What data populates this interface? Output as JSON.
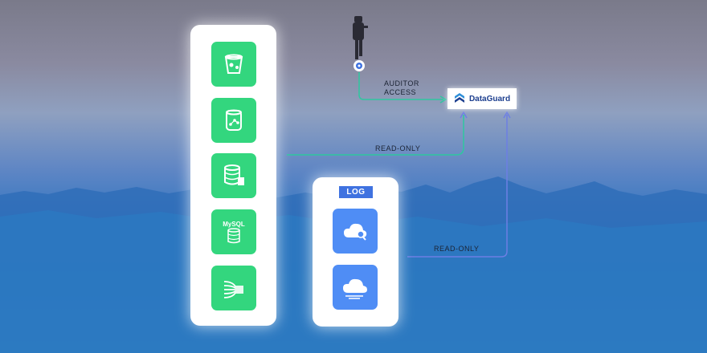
{
  "colors": {
    "green_tile": "#33d67e",
    "blue_tile": "#4f8df5",
    "line": "#2ec7a0",
    "line_blue": "#6d7fe3",
    "brand": "#1d3f8f"
  },
  "services": [
    {
      "icon": "storage-bucket-icon"
    },
    {
      "icon": "database-analytics-icon"
    },
    {
      "icon": "database-server-icon"
    },
    {
      "icon": "mysql-database-icon",
      "text": "MySQL"
    },
    {
      "icon": "data-stream-icon"
    }
  ],
  "logs": {
    "badge": "LOG",
    "items": [
      {
        "icon": "cloud-search-icon"
      },
      {
        "icon": "cloud-icon"
      }
    ]
  },
  "connections": {
    "auditor_label_line1": "AUDITOR",
    "auditor_label_line2": "ACCESS",
    "services_label": "READ-ONLY",
    "logs_label": "READ-ONLY"
  },
  "brand": {
    "name": "DataGuard",
    "icon": "dataguard-logo-icon"
  },
  "auditor": {
    "icon": "auditor-figure-icon"
  }
}
